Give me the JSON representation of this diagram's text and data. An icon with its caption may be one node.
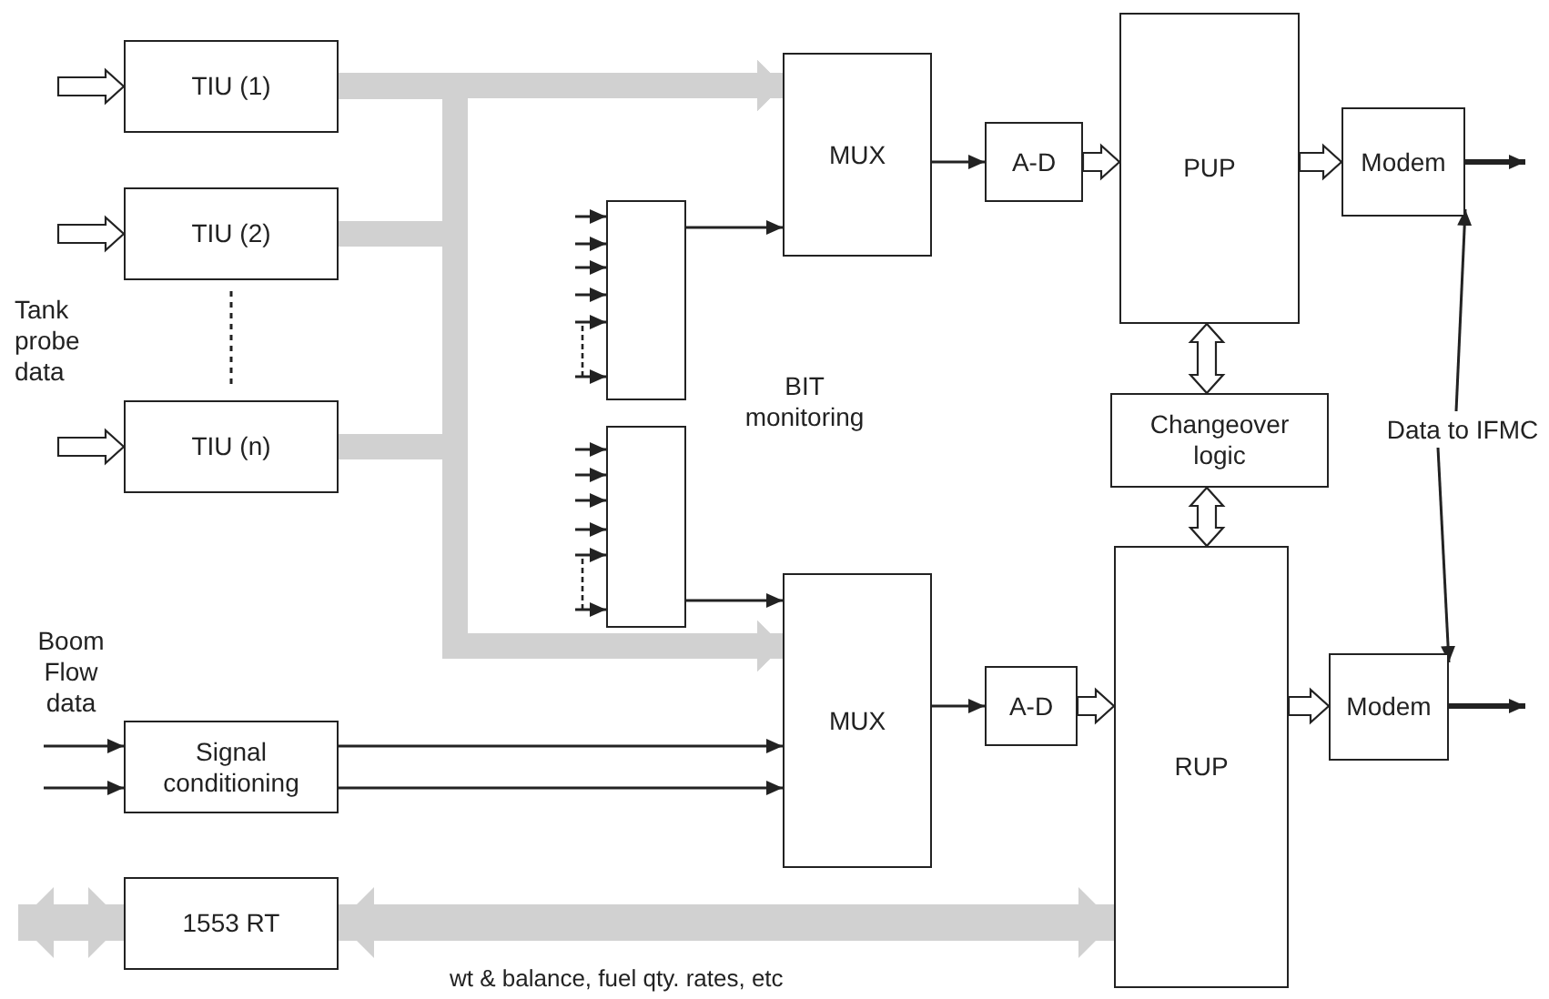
{
  "diagram": {
    "nodes": [
      {
        "text": [
          "TIU (1)"
        ]
      },
      {
        "text": [
          "TIU (2)"
        ]
      },
      {
        "text": [
          "TIU (n)"
        ]
      },
      {
        "text": [],
        "shape": "box"
      },
      {
        "text": [],
        "shape": "box"
      },
      {
        "text": [
          "MUX"
        ]
      },
      {
        "text": [
          "A-D"
        ]
      },
      {
        "text": [
          "PUP"
        ]
      },
      {
        "text": [
          "Modem"
        ]
      },
      {
        "text": [
          "Changeover logic"
        ]
      },
      {
        "text": [
          "MUX"
        ]
      },
      {
        "text": [
          "A-D"
        ]
      },
      {
        "text": [
          "RUP"
        ]
      },
      {
        "text": [
          "Modem"
        ]
      },
      {
        "text": [
          "Signal conditioning"
        ]
      },
      {
        "text": [
          "1553 RT"
        ]
      },
      {
        "text": [
          "Data to IFMC"
        ]
      }
    ],
    "edges": [
      {
        "from": null,
        "to": 0,
        "arrow": "to",
        "style": "thick"
      },
      {
        "from": null,
        "to": 1,
        "arrow": "to",
        "style": "thick"
      },
      {
        "from": null,
        "to": 2,
        "arrow": "to",
        "style": "thick"
      },
      {
        "from": 0,
        "to": 5,
        "arrow": "to",
        "style": "thick",
        "color": "#d1d1d1"
      },
      {
        "from": 1,
        "to": 5,
        "arrow": "to",
        "style": "thick",
        "color": "#d1d1d1"
      },
      {
        "from": 2,
        "to": 5,
        "arrow": "to",
        "style": "thick",
        "color": "#d1d1d1"
      },
      {
        "from": 0,
        "to": 10,
        "arrow": "to",
        "style": "thick",
        "color": "#d1d1d1"
      },
      {
        "from": 1,
        "to": 10,
        "arrow": "to",
        "style": "thick",
        "color": "#d1d1d1"
      },
      {
        "from": 2,
        "to": 10,
        "arrow": "to",
        "style": "thick",
        "color": "#d1d1d1"
      },
      {
        "from": null,
        "to": 3,
        "arrow": "to"
      },
      {
        "from": null,
        "to": 3,
        "arrow": "to"
      },
      {
        "from": null,
        "to": 3,
        "arrow": "to"
      },
      {
        "from": null,
        "to": 3,
        "arrow": "to"
      },
      {
        "from": null,
        "to": 3,
        "arrow": "to"
      },
      {
        "from": null,
        "to": 3,
        "arrow": "to"
      },
      {
        "from": null,
        "to": 4,
        "arrow": "to"
      },
      {
        "from": null,
        "to": 4,
        "arrow": "to"
      },
      {
        "from": null,
        "to": 4,
        "arrow": "to"
      },
      {
        "from": null,
        "to": 4,
        "arrow": "to"
      },
      {
        "from": null,
        "to": 4,
        "arrow": "to"
      },
      {
        "from": null,
        "to": 4,
        "arrow": "to"
      },
      {
        "from": 3,
        "to": 5,
        "arrow": "to"
      },
      {
        "from": 4,
        "to": 10,
        "arrow": "to"
      },
      {
        "from": 5,
        "to": 6,
        "arrow": "to"
      },
      {
        "from": 10,
        "to": 11,
        "arrow": "to"
      },
      {
        "from": 6,
        "to": 7,
        "arrow": "to",
        "style": "thick"
      },
      {
        "from": 11,
        "to": 12,
        "arrow": "to",
        "style": "thick"
      },
      {
        "from": 7,
        "to": 8,
        "arrow": "to",
        "style": "thick"
      },
      {
        "from": 12,
        "to": 13,
        "arrow": "to",
        "style": "thick"
      },
      {
        "from": 8,
        "to": null,
        "arrow": "to",
        "style": "thick"
      },
      {
        "from": 13,
        "to": null,
        "arrow": "to",
        "style": "thick"
      },
      {
        "from": 7,
        "to": 9,
        "arrow": "both",
        "style": "thick"
      },
      {
        "from": 9,
        "to": 12,
        "arrow": "both",
        "style": "thick"
      },
      {
        "from": 16,
        "to": 8,
        "arrow": "to"
      },
      {
        "from": 16,
        "to": 13,
        "arrow": "to"
      },
      {
        "from": null,
        "to": 14,
        "arrow": "to"
      },
      {
        "from": null,
        "to": 14,
        "arrow": "to"
      },
      {
        "from": 14,
        "to": 10,
        "arrow": "to"
      },
      {
        "from": 14,
        "to": 10,
        "arrow": "to"
      },
      {
        "from": null,
        "to": 15,
        "arrow": "both",
        "style": "thick",
        "color": "#d1d1d1"
      },
      {
        "from": 15,
        "to": 12,
        "arrow": "both",
        "style": "thick",
        "color": "#d1d1d1",
        "label": "wt & balance, fuel qty. rates, etc"
      }
    ],
    "labels": [
      "Tank probe data",
      "BIT monitoring",
      "Boom Flow data"
    ]
  }
}
